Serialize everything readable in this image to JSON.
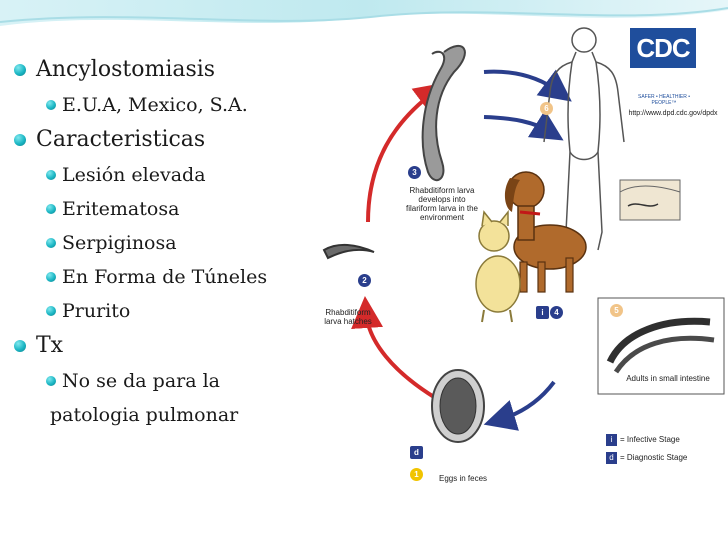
{
  "slide": {
    "bullets": [
      {
        "level": 1,
        "text": "Ancylostomiasis"
      },
      {
        "level": 2,
        "text": "E.U.A, Mexico, S.A."
      },
      {
        "level": 1,
        "text": "Caracteristicas"
      },
      {
        "level": 2,
        "text": "Lesión elevada"
      },
      {
        "level": 2,
        "text": "Eritematosa"
      },
      {
        "level": 2,
        "text": "Serpiginosa"
      },
      {
        "level": 2,
        "text": "En Forma de Túneles"
      },
      {
        "level": 2,
        "text": "Prurito"
      },
      {
        "level": 1,
        "text": "Tx"
      },
      {
        "level": 2,
        "text": "No se da para la"
      },
      {
        "level": "cont",
        "text": "patologia pulmonar"
      }
    ]
  },
  "lifecycle": {
    "logo": "CDC",
    "logo_tagline": "SAFER • HEALTHIER • PEOPLE™",
    "url": "http://www.dpd.cdc.gov/dpdx",
    "stage2_number": "2",
    "stage2_label": "Rhabditiform larva hatches",
    "stage3_number": "3",
    "stage3_label": "Rhabditiform larva develops into filariform larva in the environment",
    "stage4_number": "4",
    "stage5_number": "5",
    "stage5_label": "Adults in small intestine",
    "stage6_number": "6",
    "stage1_number": "1",
    "stage1_label": "Eggs in feces",
    "infective_symbol": "i",
    "diagnostic_symbol": "d",
    "legend_infective": "= Infective Stage",
    "legend_diagnostic": "= Diagnostic Stage",
    "colors": {
      "bullet": "#1bb6c4",
      "red_arrow": "#d42a2a",
      "blue_arrow": "#2a3e8c",
      "cdc_blue": "#1f4e9c"
    }
  }
}
